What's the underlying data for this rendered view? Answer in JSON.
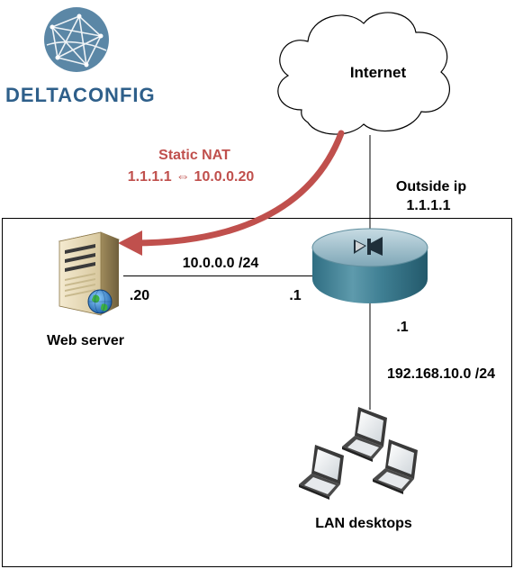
{
  "logo": {
    "brand_text": "DELTACONFIG"
  },
  "colors": {
    "nat_arrow": "#c0504d",
    "nat_text": "#c0504d",
    "brand": "#2e5f8a",
    "logo_circle": "#5b87a6",
    "router_top": "#8fb3c2",
    "router_body": "#3f7f93",
    "link_line": "#000000"
  },
  "cloud": {
    "label": "Internet"
  },
  "nat": {
    "title": "Static NAT",
    "mapping": "1.1.1.1 ⇔ 10.0.0.20"
  },
  "router": {
    "outside_label": "Outside ip",
    "outside_ip": "1.1.1.1",
    "inside_left_ip": ".1",
    "inside_bottom_ip": ".1"
  },
  "links": {
    "server_network": "10.0.0.0 /24",
    "lan_network": "192.168.10.0 /24"
  },
  "server": {
    "label": "Web server",
    "ip": ".20"
  },
  "desktops": {
    "label": "LAN desktops"
  },
  "icons": {
    "logo": "network-globe-icon",
    "cloud": "cloud-icon",
    "router": "router-icon",
    "server": "server-icon",
    "laptop": "laptop-icon"
  }
}
